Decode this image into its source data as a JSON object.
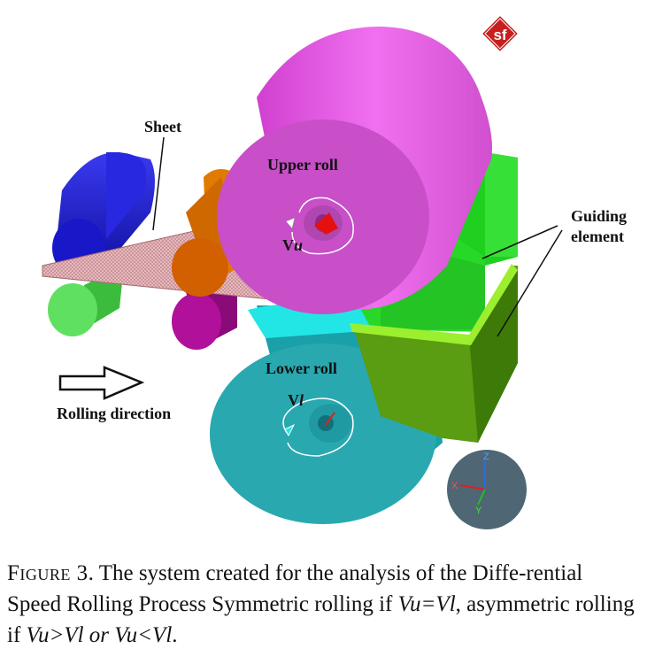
{
  "figure": {
    "labels": {
      "sheet": "Sheet",
      "upper_roll": "Upper roll",
      "lower_roll": "Lower roll",
      "vu_prefix": "V",
      "vu_suffix": "u",
      "vl_prefix": "V",
      "vl_suffix": "l",
      "guiding_1": "Guiding",
      "guiding_2": "element",
      "rolling_direction": "Rolling direction",
      "logo": "sf",
      "axis_z": "Z",
      "axis_x": "X",
      "axis_y": "Y"
    },
    "colors": {
      "upper_roll": "#e65be6",
      "upper_roll_face": "#c84fc8",
      "lower_roll": "#2aa8b0",
      "lower_roll_top": "#22e6e6",
      "guide_green": "#2ee02e",
      "guide_olive": "#4e8e10",
      "blue_roll": "#1a1ad0",
      "green_roll": "#50dc50",
      "orange_roll": "#e07000",
      "magenta_roll": "#a0108a",
      "sheet": "#d8a3a8",
      "logo": "#c81e1e"
    }
  },
  "caption": {
    "label": "Figure 3",
    "text_1": ". The system created for the analysis of the Diffe-rential Speed Rolling Process Symmetric rolling if ",
    "eq1": "Vu=Vl",
    "text_2": ", asymmetric rolling if ",
    "eq2": "Vu>Vl or Vu<Vl",
    "text_3": "."
  }
}
